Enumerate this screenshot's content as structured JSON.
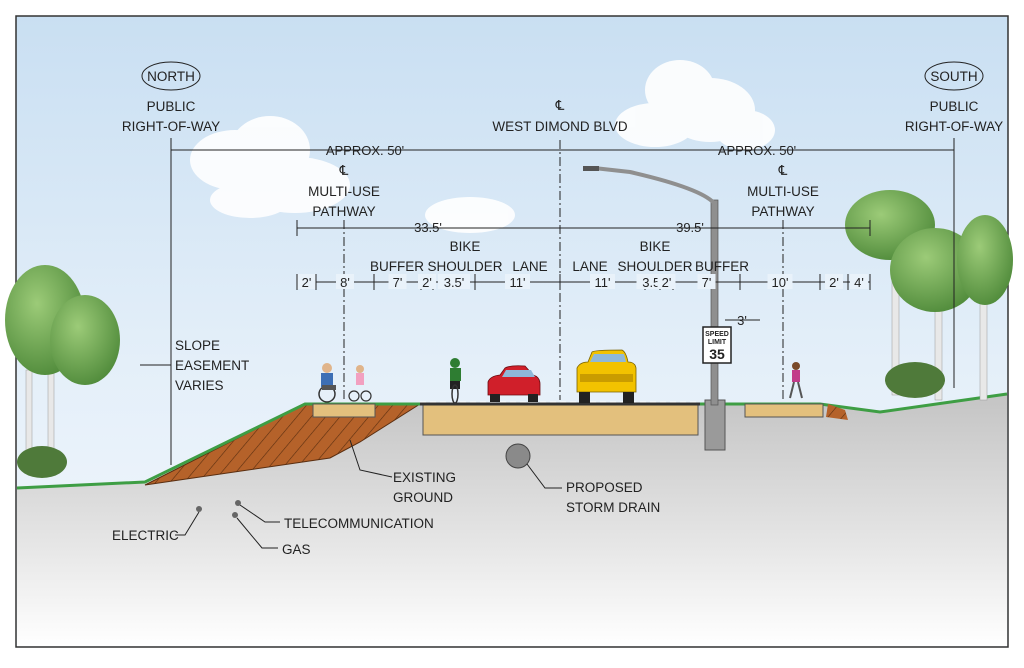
{
  "directions": {
    "north": "NORTH",
    "south": "SOUTH"
  },
  "row_labels": {
    "north_row": [
      "PUBLIC",
      "RIGHT-OF-WAY"
    ],
    "south_row": [
      "PUBLIC",
      "RIGHT-OF-WAY"
    ],
    "centerline_symbol": "℄",
    "road_name": "WEST DIMOND BLVD",
    "approx_north": "APPROX. 50'",
    "approx_south": "APPROX. 50'"
  },
  "pathways": {
    "north_symbol": "℄",
    "north": [
      "MULTI-USE",
      "PATHWAY"
    ],
    "south_symbol": "℄",
    "south": [
      "MULTI-USE",
      "PATHWAY"
    ]
  },
  "spans": {
    "north": "33.5'",
    "south": "39.5'"
  },
  "section_labels": {
    "buffer_n": "BUFFER",
    "bike_shoulder_n": [
      "BIKE",
      "SHOULDER"
    ],
    "lane_n": "LANE",
    "lane_s": "LANE",
    "bike_shoulder_s": [
      "BIKE",
      "SHOULDER"
    ],
    "buffer_s": "BUFFER"
  },
  "dimensions": [
    "2'",
    "8'",
    "7'",
    "2'",
    "3.5'",
    "11'",
    "11'",
    "3.5'",
    "2'",
    "7'",
    "10'",
    "2'",
    "4'"
  ],
  "pole_offset": "3'",
  "slope": [
    "SLOPE",
    "EASEMENT",
    "VARIES"
  ],
  "sign": {
    "line1": "SPEED",
    "line2": "LIMIT",
    "number": "35"
  },
  "callouts": {
    "existing_ground": [
      "EXISTING",
      "GROUND"
    ],
    "storm_drain": [
      "PROPOSED",
      "STORM DRAIN"
    ],
    "electric": "ELECTRIC",
    "telecommunication": "TELECOMMUNICATION",
    "gas": "GAS"
  },
  "colors": {
    "sky_top": "#c9dff2",
    "ground": "#c9c9c9",
    "grass": "#4caf50",
    "embankment": "#b5622a",
    "base": "#e3c07d",
    "car_red": "#d01f2a",
    "truck_yellow": "#f2c200",
    "pole": "#8f8f8f"
  }
}
